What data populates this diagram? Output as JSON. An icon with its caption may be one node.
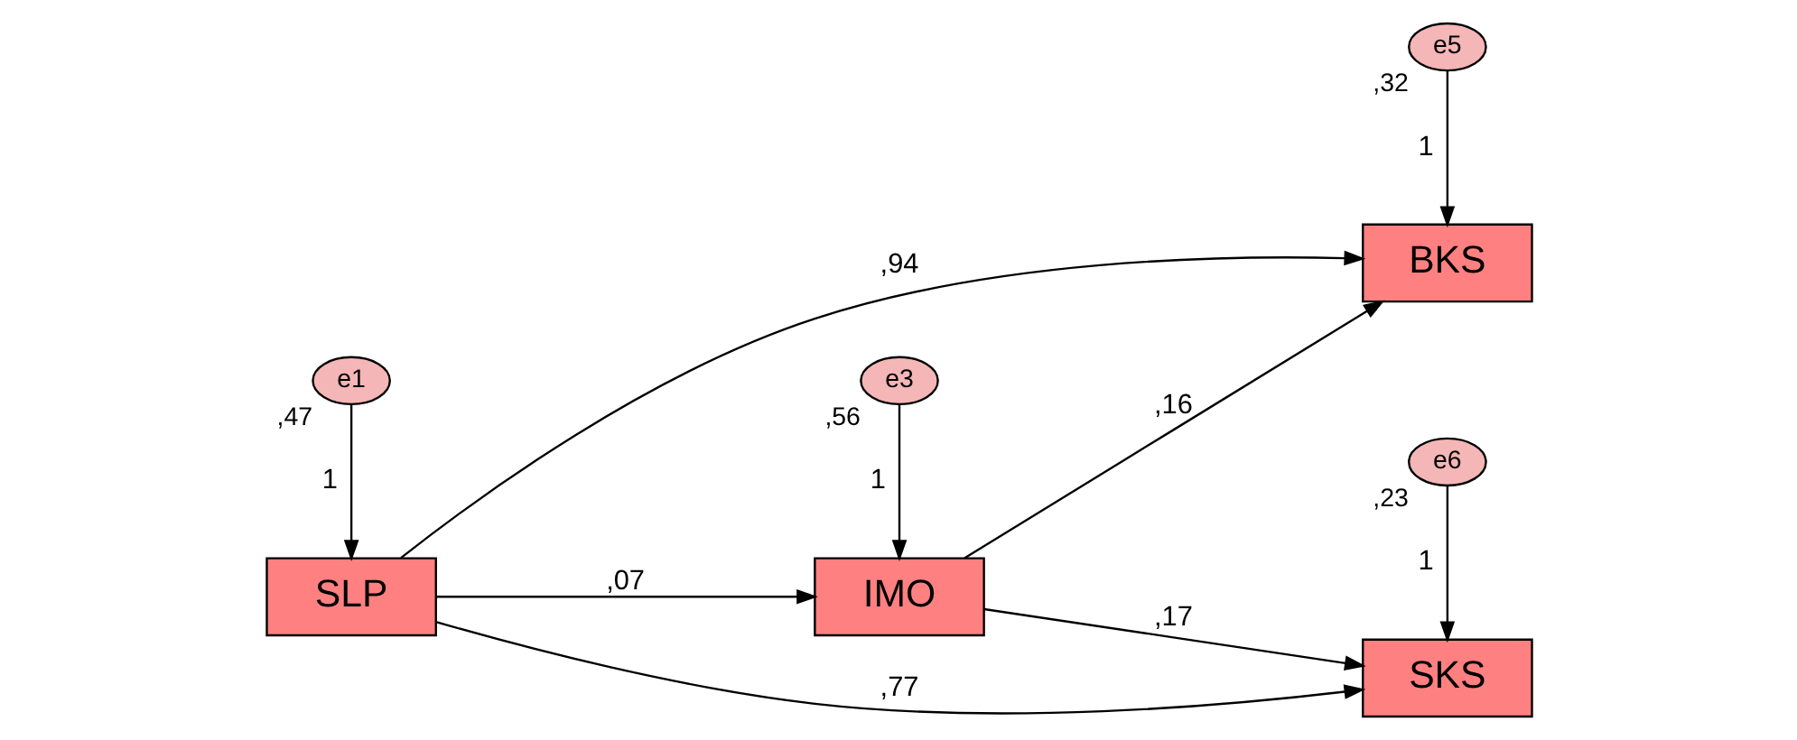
{
  "diagram": {
    "nodes": [
      {
        "text": [
          "e1"
        ],
        "beside": [
          ",47"
        ]
      },
      {
        "text": [
          "SLP"
        ]
      },
      {
        "text": [
          "e3"
        ],
        "beside": [
          ",56"
        ]
      },
      {
        "text": [
          "IMO"
        ]
      },
      {
        "text": [
          "e5"
        ],
        "beside": [
          ",32"
        ]
      },
      {
        "text": [
          "BKS"
        ]
      },
      {
        "text": [
          "SKS"
        ]
      },
      {
        "text": [
          "e6"
        ],
        "beside": [
          ",23"
        ]
      }
    ],
    "edges": [
      {
        "from": 0,
        "to": 1,
        "arrow": "to",
        "label": "1"
      },
      {
        "from": 1,
        "to": 5,
        "arrow": "to",
        "label": ",94"
      },
      {
        "from": 1,
        "to": 3,
        "arrow": "to",
        "label": ",07"
      },
      {
        "from": 1,
        "to": 6,
        "arrow": "to",
        "label": ",77"
      },
      {
        "from": 2,
        "to": 3,
        "arrow": "to",
        "label": "1"
      },
      {
        "from": 3,
        "to": 5,
        "arrow": "to",
        "label": ",16"
      },
      {
        "from": 3,
        "to": 6,
        "arrow": "to",
        "label": ",17"
      },
      {
        "from": 4,
        "to": 5,
        "arrow": "to",
        "label": "1"
      },
      {
        "from": 7,
        "to": 6,
        "arrow": "to",
        "label": "1"
      }
    ]
  }
}
